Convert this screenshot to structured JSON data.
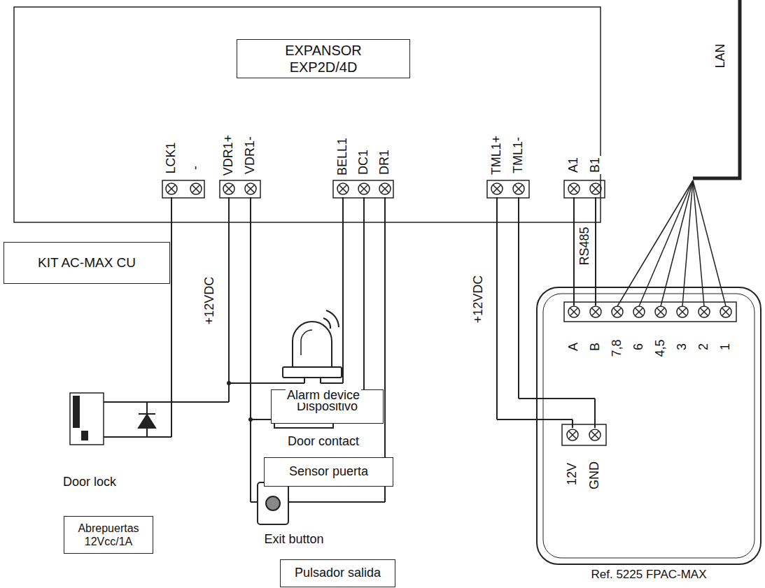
{
  "diagram": {
    "nodes": [
      {
        "text": [
          "EXPANSOR EXP2D/4D"
        ]
      },
      {
        "text": [
          "KIT AC-MAX CU"
        ]
      },
      {
        "text": [
          "Abrepuertas 12Vcc/1A"
        ]
      },
      {
        "text": [
          "Dispositivo"
        ]
      },
      {
        "text": [
          "Sensor puerta"
        ]
      },
      {
        "text": [
          "Pulsador salida"
        ]
      },
      {
        "text": [
          "Ref. 5225 FPAC-MAX"
        ]
      }
    ],
    "labels": [
      "LCK1",
      "-",
      "VDR1+",
      "VDR1-",
      "BELL1",
      "DC1",
      "DR1",
      "TML1+",
      "TML1-",
      "A1",
      "B1",
      "LAN",
      "RS485",
      "+12VDC",
      "+12VDC",
      "Alarm device",
      "Door contact",
      "Door lock",
      "Exit button",
      "A",
      "B",
      "7,8",
      "6",
      "4,5",
      "3",
      "2",
      "1",
      "12V",
      "GND"
    ]
  }
}
